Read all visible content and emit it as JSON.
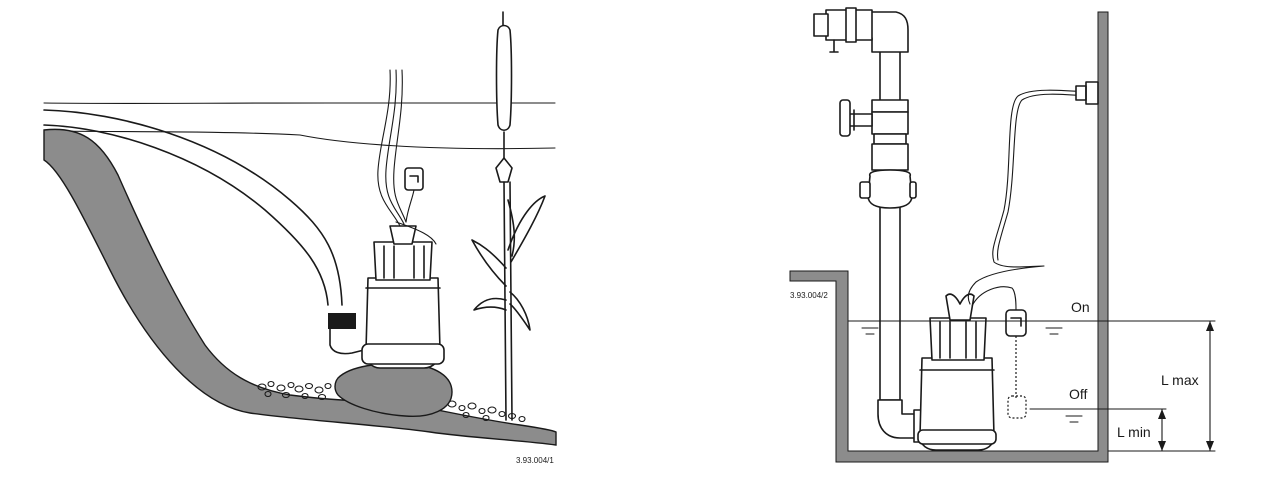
{
  "left_figure": {
    "code": "3.93.004/1"
  },
  "right_figure": {
    "code": "3.93.004/2",
    "on_label": "On",
    "off_label": "Off",
    "lmax_label": "L max",
    "lmin_label": "L min"
  }
}
